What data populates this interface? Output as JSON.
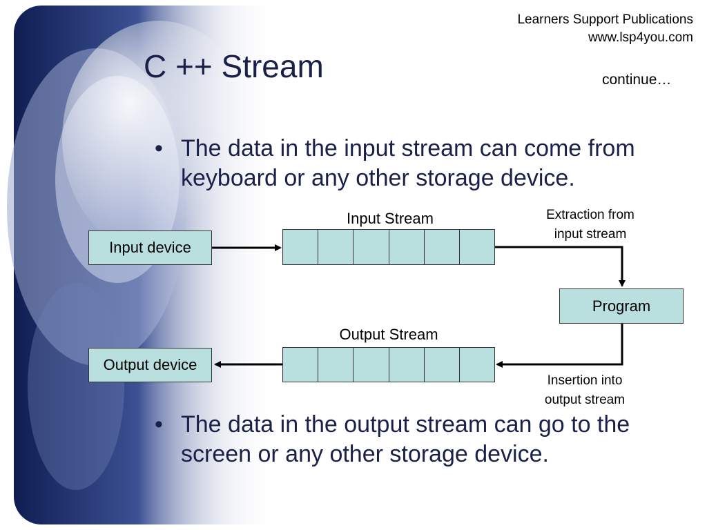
{
  "header": {
    "publisher": "Learners Support Publications",
    "website": "www.lsp4you.com"
  },
  "slide": {
    "title": "C ++ Stream",
    "continue_text": "continue…",
    "bullets": [
      "The data in the input stream can come from keyboard or any other storage device.",
      "The data in the output stream can go to the screen or any other storage device."
    ],
    "bullet_glyph": "•"
  },
  "diagram": {
    "input_device": "Input device",
    "output_device": "Output device",
    "program": "Program",
    "input_stream_label": "Input Stream",
    "output_stream_label": "Output Stream",
    "extraction_label": "Extraction from\ninput stream",
    "insertion_label": "Insertion into\noutput stream",
    "stream_cell_count": 6,
    "box_fill": "#b9dfdf"
  },
  "colors": {
    "title": "#1a2048",
    "background_accent": "#1c2f6e"
  }
}
